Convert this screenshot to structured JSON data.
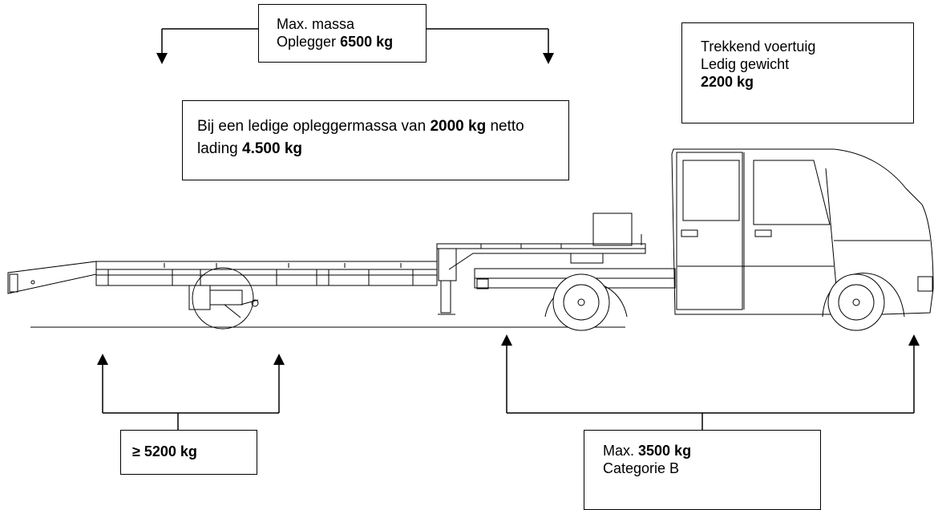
{
  "top_box": {
    "line1": "Max. massa",
    "line2_prefix": "Oplegger ",
    "line2_bold": "6500 kg"
  },
  "middle_box": {
    "text1": "Bij een ledige opleggermassa van ",
    "bold1": "2000 kg",
    "text2": " netto lading ",
    "bold2": "4.500 kg"
  },
  "vehicle_box": {
    "line1": "Trekkend voertuig",
    "line2": "Ledig gewicht",
    "line3_bold": "2200 kg"
  },
  "left_bottom_box": {
    "label_bold": "≥ 5200 kg"
  },
  "right_bottom_box": {
    "line1_prefix": "Max. ",
    "line1_bold": "3500 kg",
    "line2": "Categorie B"
  },
  "colors": {
    "line": "#000000",
    "background": "#ffffff"
  }
}
